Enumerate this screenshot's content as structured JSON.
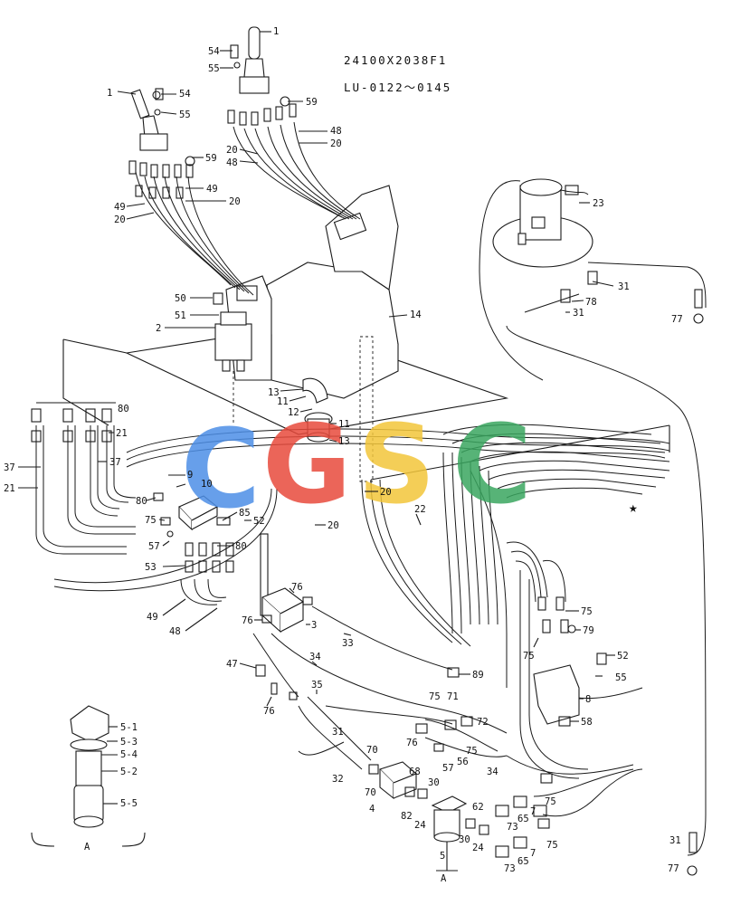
{
  "header": {
    "part_number": "24100X2038F1",
    "serial_range": "LU-0122～0145"
  },
  "watermark": {
    "letters": [
      "C",
      "G",
      "S",
      "C"
    ],
    "colors": [
      "#4c8ee6",
      "#e84a3c",
      "#f2c53a",
      "#3aa65f"
    ]
  },
  "star_symbol": "★",
  "detail": {
    "ref_label": "A",
    "callouts": [
      "5-1",
      "5-3",
      "5-4",
      "5-2",
      "5-5"
    ]
  },
  "callouts": {
    "c1": "1",
    "c1b": "1",
    "c54": "54",
    "c55": "55",
    "c54b": "54",
    "c55b": "55",
    "c59": "59",
    "c59b": "59",
    "c48": "48",
    "c20": "20",
    "c20b": "20",
    "c48b": "48",
    "c49": "49",
    "c20c": "20",
    "c49b": "49",
    "c20d": "20",
    "c23": "23",
    "c31": "31",
    "c78": "78",
    "c31b": "31",
    "c77": "77",
    "c50": "50",
    "c51": "51",
    "c2": "2",
    "c14": "14",
    "c13": "13",
    "c11": "11",
    "c12": "12",
    "c11b": "11",
    "c13b": "13",
    "c80": "80",
    "c21": "21",
    "c37": "37",
    "c37b": "37",
    "c21b": "21",
    "c9": "9",
    "c10": "10",
    "c80b": "80",
    "c75": "75",
    "c85": "85",
    "c52": "52",
    "c57": "57",
    "c53": "53",
    "c80c": "80",
    "c22": "22",
    "c20e": "20",
    "c20f": "20",
    "c49c": "49",
    "c48c": "48",
    "c76": "76",
    "c76b": "76",
    "c3": "3",
    "c33": "33",
    "c47": "47",
    "c34": "34",
    "c89": "89",
    "c35": "35",
    "c76c": "76",
    "c75b": "75",
    "c79": "79",
    "c75c": "75",
    "c52b": "52",
    "c55c": "55",
    "c8": "8",
    "c58": "58",
    "c75d": "75",
    "c71": "71",
    "c72": "72",
    "c76d": "76",
    "c75e": "75",
    "c56": "56",
    "c57b": "57",
    "c34b": "34",
    "c31c": "31",
    "c32": "32",
    "c70": "70",
    "c70b": "70",
    "c68": "68",
    "c4": "4",
    "c30": "30",
    "c82": "82",
    "c24": "24",
    "c5": "5",
    "cA": "A",
    "c30b": "30",
    "c24b": "24",
    "c62": "62",
    "c65": "65",
    "c7": "7",
    "c73": "73",
    "c75f": "75",
    "c7b": "7",
    "c65b": "65",
    "c73b": "73",
    "c75g": "75",
    "c31d": "31",
    "c77b": "77"
  }
}
